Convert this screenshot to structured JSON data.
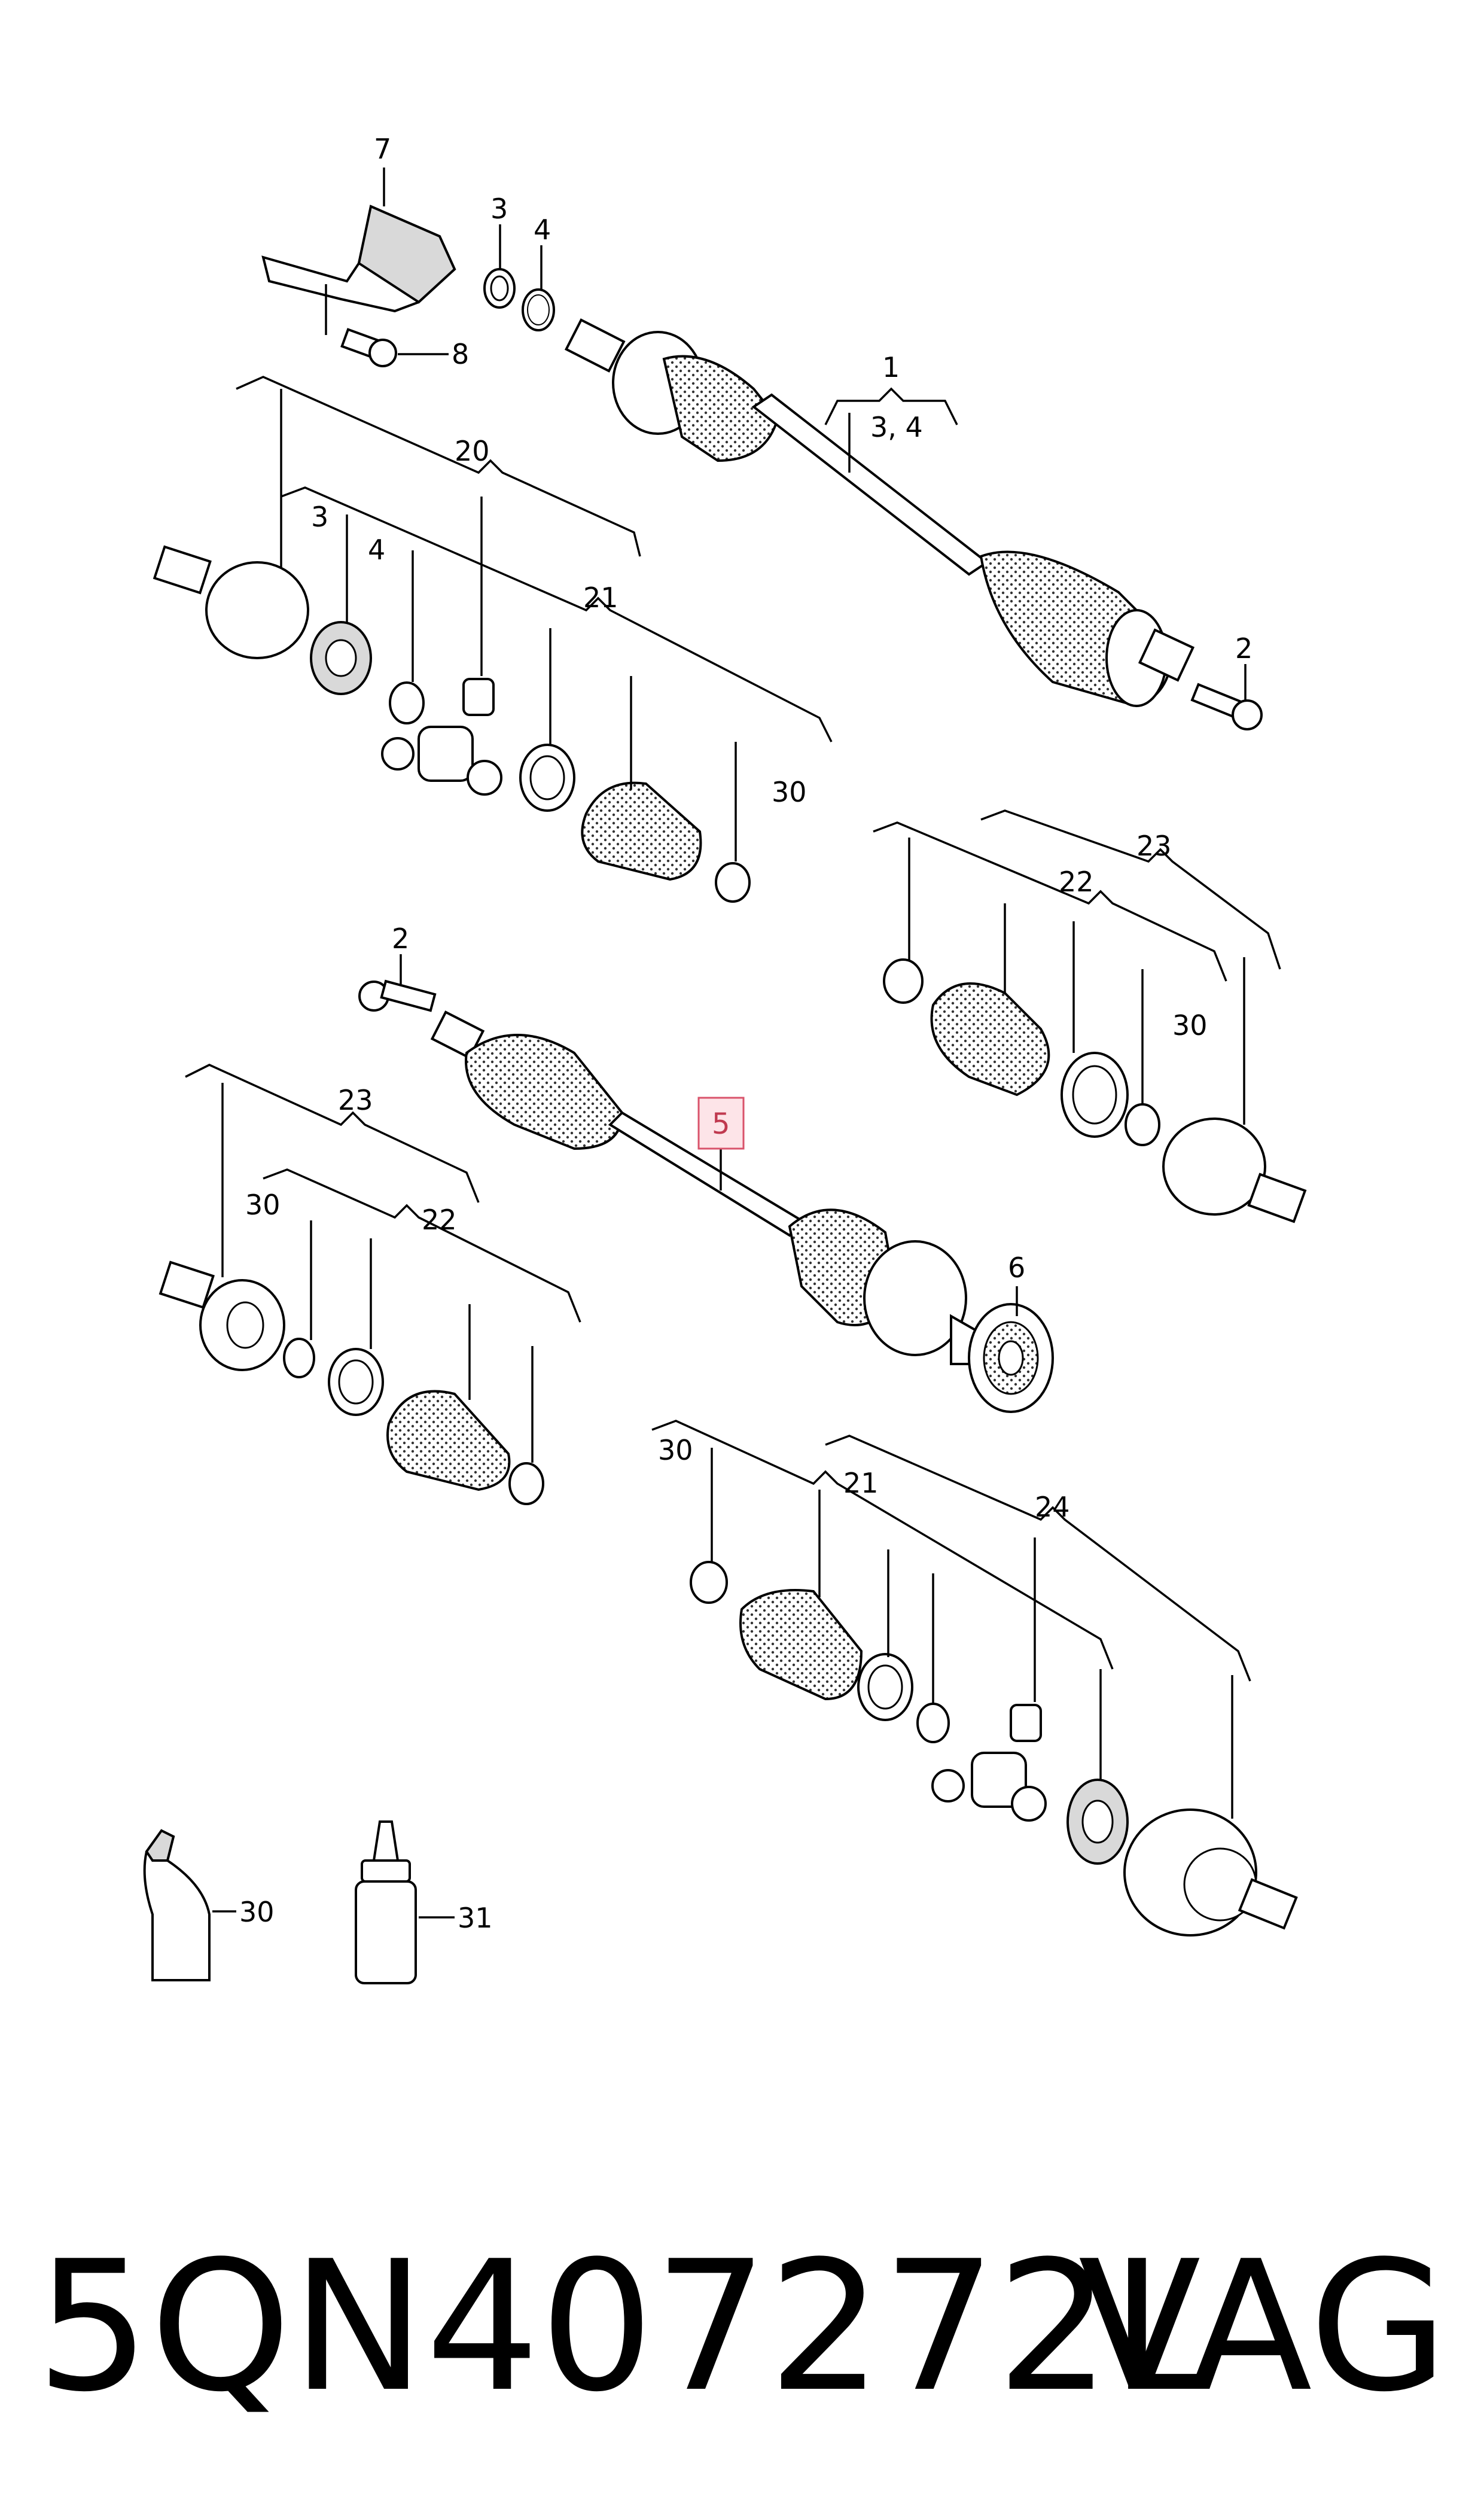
{
  "diagram": {
    "callouts": {
      "c1": "1",
      "c1_sub": "3, 4",
      "c2_top": "2",
      "c2_mid": "2",
      "c3_top": "3",
      "c4_top": "4",
      "c3_left": "3",
      "c4_left": "4",
      "c5": "5",
      "c6": "6",
      "c7": "7",
      "c8": "8",
      "c20": "20",
      "c21_a": "21",
      "c21_b": "21",
      "c22_a": "22",
      "c22_b": "22",
      "c23_a": "23",
      "c23_b": "23",
      "c24": "24",
      "c30_a": "30",
      "c30_b": "30",
      "c30_c": "30",
      "c30_d": "30",
      "c30_e": "30",
      "c31": "31"
    },
    "highlighted_callout": "5",
    "highlight_color": "#d9536b"
  },
  "footer": {
    "part_number": "5QN407272L",
    "brand": "VAG"
  }
}
